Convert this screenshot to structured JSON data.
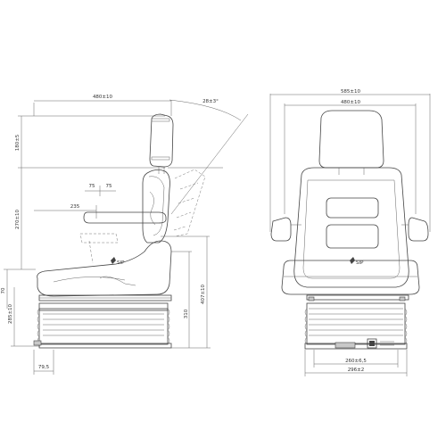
{
  "side_view": {
    "dims": {
      "overall_depth": "480±10",
      "recline": "28±3°",
      "headrest": "180±5",
      "back_height": "270±10",
      "center_left": "75",
      "center_right": "75",
      "armrest": "235",
      "total_height": "407±10",
      "suspension": "310",
      "stroke": "70",
      "base_height": "285±10",
      "base_offset": "79,5"
    },
    "logo_text": "SIP"
  },
  "front_view": {
    "dims": {
      "outer_width": "585±10",
      "inner_width": "480±10",
      "base_inner": "260±6,5",
      "base_outer": "296±2"
    },
    "logo_text": "SIP"
  },
  "colors": {
    "line": "#444444",
    "background": "#ffffff"
  }
}
